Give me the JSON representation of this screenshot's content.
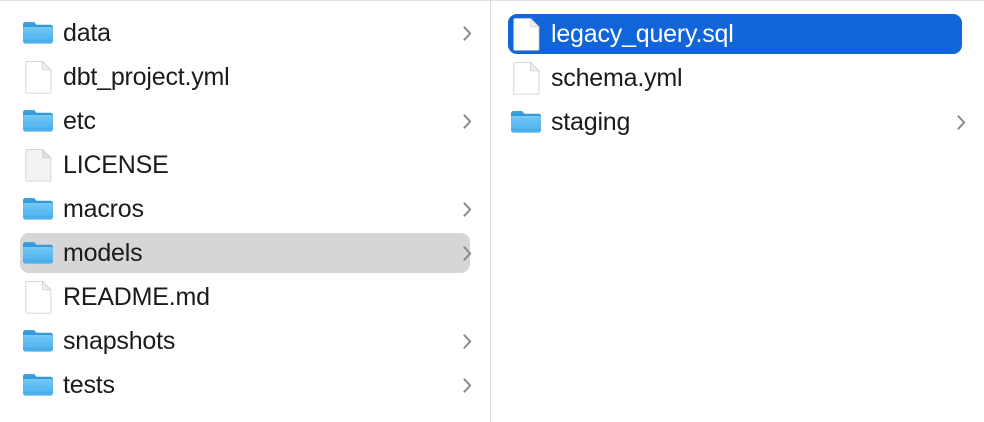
{
  "window": {
    "view": "column-view",
    "colors": {
      "selection_active": "#1165d8",
      "selection_inactive": "#d6d6d6",
      "folder_blue": "#53b5ef",
      "text": "#1b1b1b",
      "text_selected": "#ffffff",
      "divider": "#dcdcdc",
      "background": "#ffffff"
    }
  },
  "columns": [
    {
      "name": "parent-column",
      "items": [
        {
          "label": "data",
          "kind": "folder",
          "icon": "folder-icon",
          "has_chevron": true,
          "selected": false
        },
        {
          "label": "dbt_project.yml",
          "kind": "file",
          "icon": "document-icon",
          "has_chevron": false,
          "selected": false
        },
        {
          "label": "etc",
          "kind": "folder",
          "icon": "folder-icon",
          "has_chevron": true,
          "selected": false
        },
        {
          "label": "LICENSE",
          "kind": "file",
          "icon": "document-plain-icon",
          "has_chevron": false,
          "selected": false
        },
        {
          "label": "macros",
          "kind": "folder",
          "icon": "folder-icon",
          "has_chevron": true,
          "selected": false
        },
        {
          "label": "models",
          "kind": "folder",
          "icon": "folder-icon",
          "has_chevron": true,
          "selected": "inactive"
        },
        {
          "label": "README.md",
          "kind": "file",
          "icon": "document-icon",
          "has_chevron": false,
          "selected": false
        },
        {
          "label": "snapshots",
          "kind": "folder",
          "icon": "folder-icon",
          "has_chevron": true,
          "selected": false
        },
        {
          "label": "tests",
          "kind": "folder",
          "icon": "folder-icon",
          "has_chevron": true,
          "selected": false
        }
      ]
    },
    {
      "name": "child-column",
      "items": [
        {
          "label": "legacy_query.sql",
          "kind": "file",
          "icon": "document-icon",
          "has_chevron": false,
          "selected": "active"
        },
        {
          "label": "schema.yml",
          "kind": "file",
          "icon": "document-icon",
          "has_chevron": false,
          "selected": false
        },
        {
          "label": "staging",
          "kind": "folder",
          "icon": "folder-icon",
          "has_chevron": true,
          "selected": false
        }
      ]
    }
  ]
}
